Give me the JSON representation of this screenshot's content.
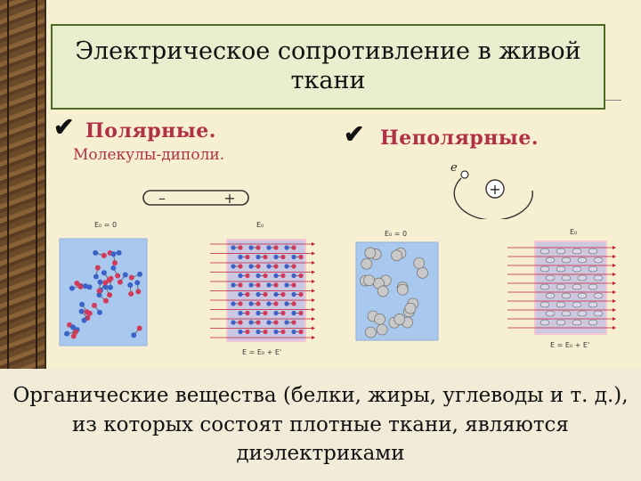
{
  "slide": {
    "title": "Электрическое сопротивление в живой ткани",
    "polar_heading": "Полярные.",
    "polar_sub": "Молекулы-диполи.",
    "nonpolar_heading": "Неполярные.",
    "dipole_minus": "–",
    "dipole_plus": "+",
    "electron_label": "e",
    "nucleus_plus": "+",
    "body_text": "Органические вещества (белки, жиры, углеводы и т. д.), из которых состоят плотные ткани, являются диэлектриками"
  },
  "colors": {
    "accent_red": "#b03045",
    "title_bg": "#e7efcf",
    "title_border": "#4f6b23",
    "field_line": "#c02030",
    "cell_blue": "#a9c8ee",
    "cell_pink": "#f2c6d2"
  },
  "icons": [
    "check-icon",
    "dipole-icon",
    "atom-icon"
  ],
  "figures": {
    "fig1_top": "E₀ = 0",
    "fig2_top": "E₀",
    "fig2_bottom": "E = E₀ + E'",
    "fig3_top": "E₀ = 0",
    "fig4_top": "E₀",
    "fig4_bottom": "E = E₀ + E'"
  }
}
